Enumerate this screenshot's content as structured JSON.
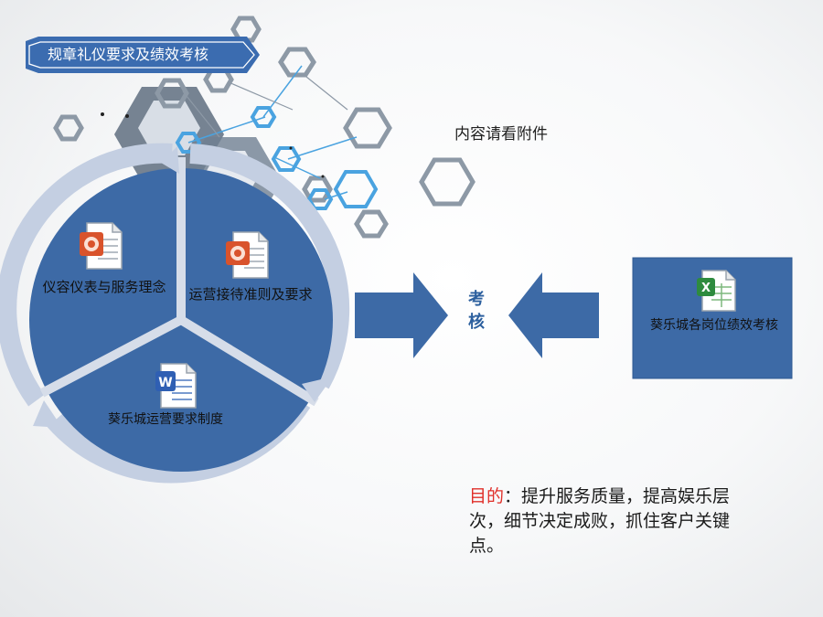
{
  "title": "规章礼仪要求及绩效考核",
  "note": "内容请看附件",
  "center": "考核",
  "segments": [
    {
      "label": "仪容仪表与服务理念",
      "icon": "powerpoint-file-icon"
    },
    {
      "label": "运营接待准则及要求",
      "icon": "powerpoint-file-icon"
    },
    {
      "label": "葵乐城运营要求制度",
      "icon": "word-file-icon"
    }
  ],
  "right_box": {
    "label": "葵乐城各岗位绩效考核",
    "icon": "excel-file-icon"
  },
  "goal": {
    "highlight": "目的",
    "text": "：提升服务质量，提高娱乐层次，细节决定成败，抓住客户关键点。"
  },
  "colors": {
    "primary_blue": "#3d6aa6",
    "ring_light": "#c4cfe2",
    "banner_blue": "#3b6cb0",
    "highlight_red": "#e0302a"
  }
}
